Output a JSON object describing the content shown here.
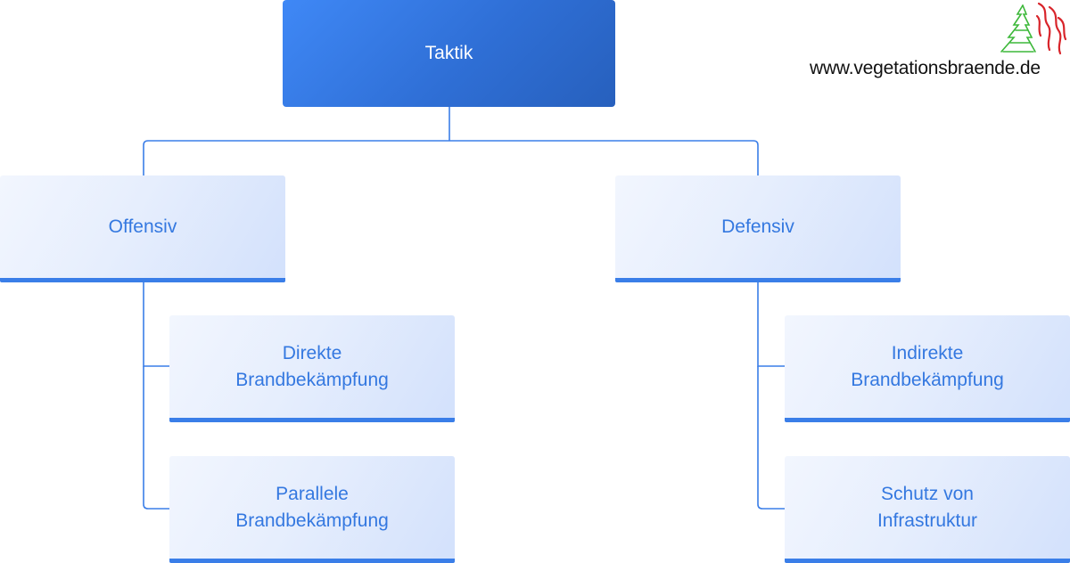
{
  "diagram": {
    "root": {
      "label": "Taktik"
    },
    "offensiv": {
      "label": "Offensiv",
      "children": [
        {
          "label": "Direkte\nBrandbekämpfung"
        },
        {
          "label": "Parallele\nBrandbekämpfung"
        }
      ]
    },
    "defensiv": {
      "label": "Defensiv",
      "children": [
        {
          "label": "Indirekte\nBrandbekämpfung"
        },
        {
          "label": "Schutz von\nInfrastruktur"
        }
      ]
    }
  },
  "logo": {
    "url_text": "www.vegetationsbraende.de",
    "icon": "tree-fire-logo-icon"
  },
  "colors": {
    "root_fill": "#3a7ee8",
    "child_text": "#3478e0",
    "child_accent": "#3a7ee8",
    "connector": "#3a7ee8"
  }
}
